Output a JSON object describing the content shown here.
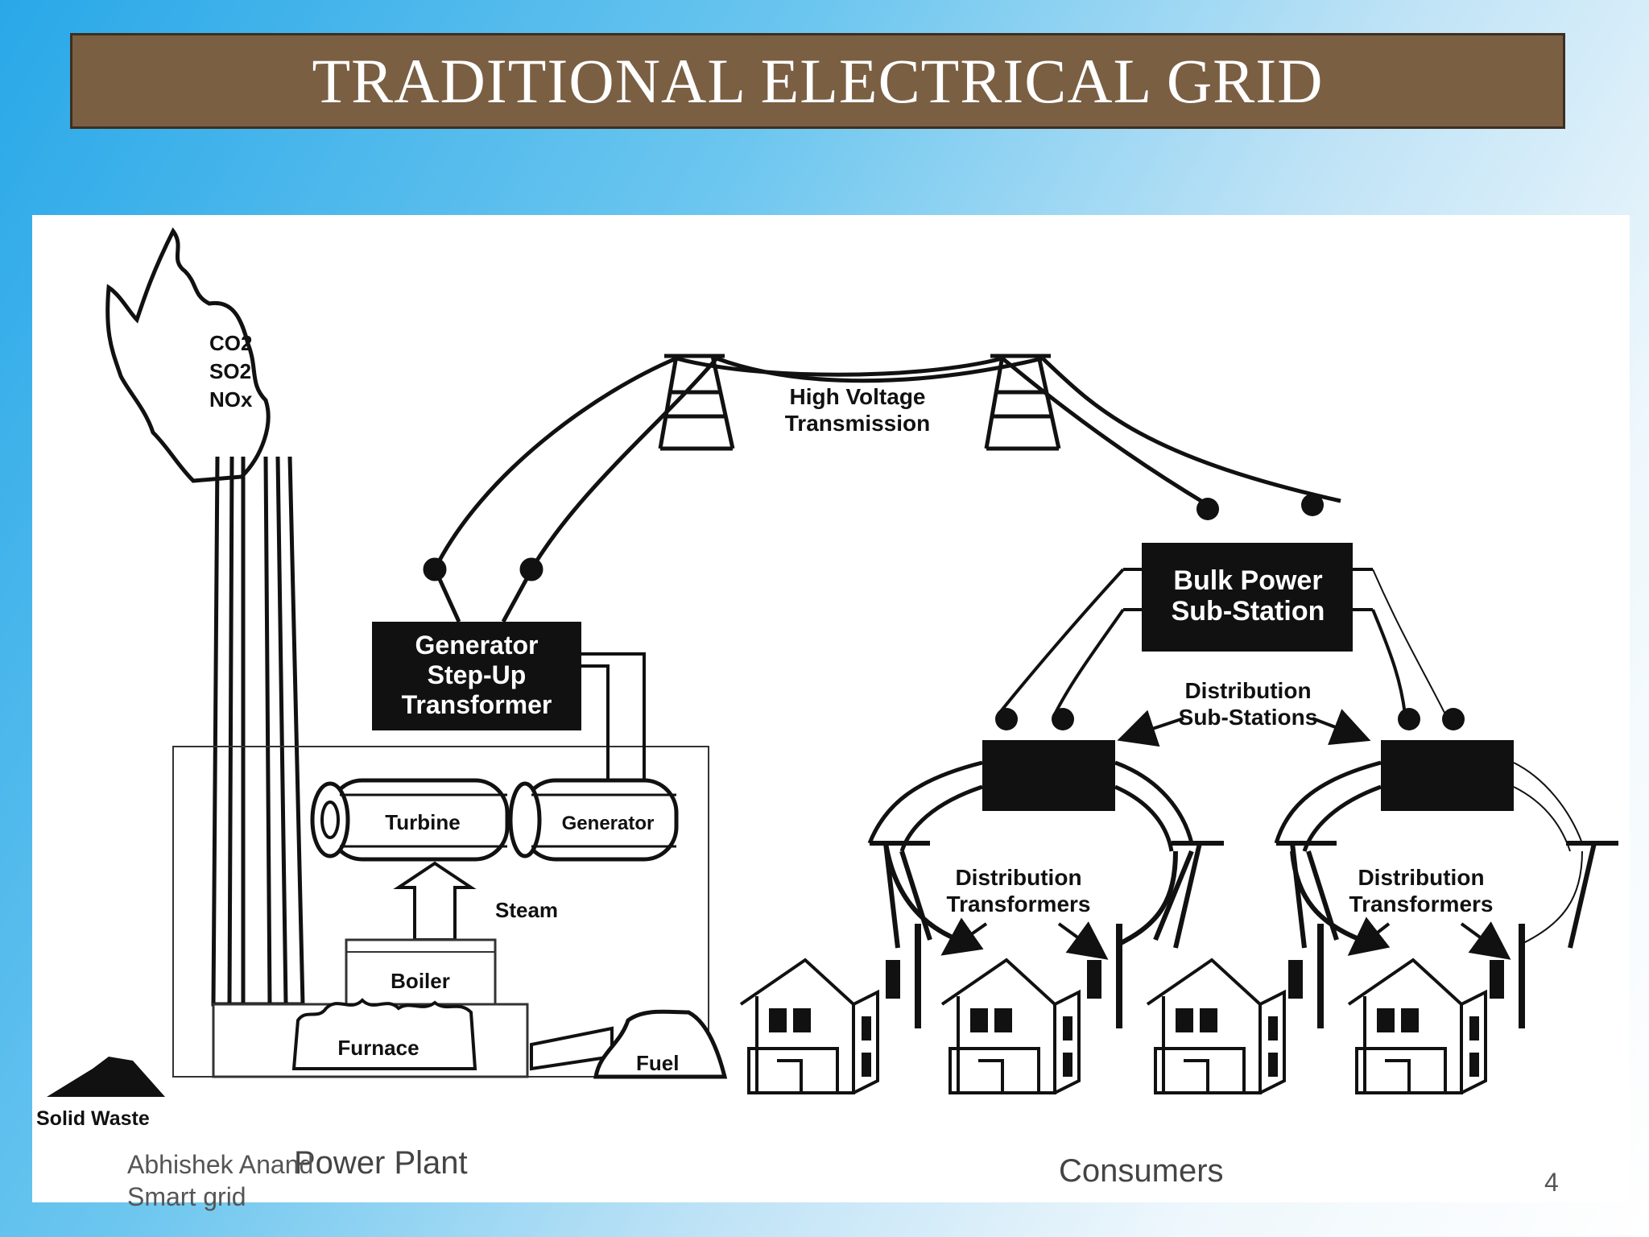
{
  "slide": {
    "title": "TRADITIONAL ELECTRICAL GRID",
    "author": "Abhishek Anand",
    "topic": "Smart grid",
    "page_number": "4"
  },
  "diagram": {
    "emissions": [
      "CO2",
      "SO2",
      "NOx"
    ],
    "transmission_label": [
      "High Voltage",
      "Transmission"
    ],
    "gen_transformer_label": [
      "Generator",
      "Step-Up",
      "Transformer"
    ],
    "bulk_substation_label": [
      "Bulk Power",
      "Sub-Station"
    ],
    "distribution_substations_label": [
      "Distribution",
      "Sub-Stations"
    ],
    "distribution_transformers_label": [
      "Distribution",
      "Transformers"
    ],
    "turbine": "Turbine",
    "generator": "Generator",
    "steam": "Steam",
    "boiler": "Boiler",
    "furnace": "Furnace",
    "fuel": "Fuel",
    "solid_waste": "Solid Waste",
    "power_plant": "Power Plant",
    "consumers": "Consumers"
  }
}
